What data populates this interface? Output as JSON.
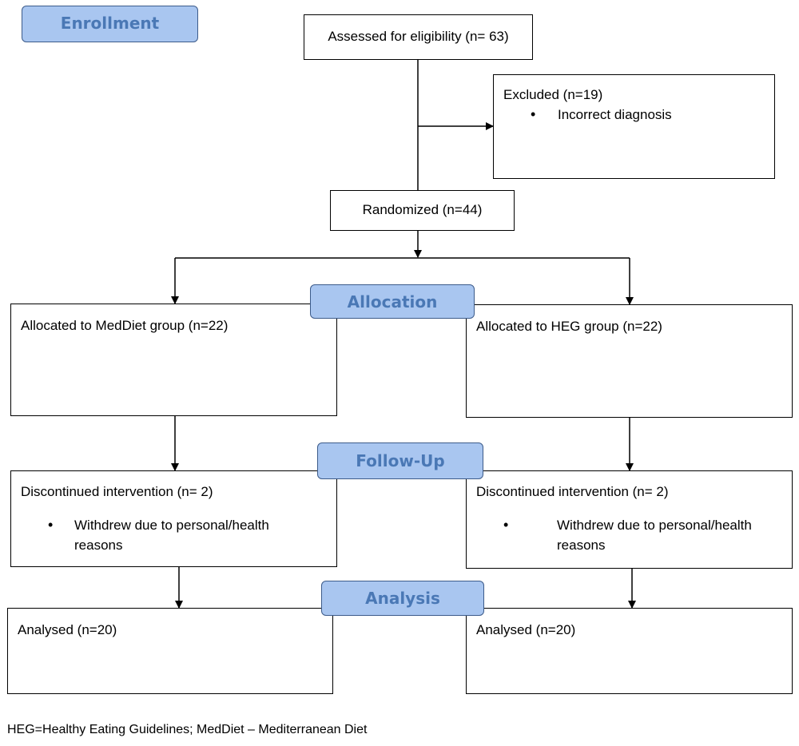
{
  "stages": {
    "enrollment": "Enrollment",
    "allocation": "Allocation",
    "followup": "Follow-Up",
    "analysis": "Analysis"
  },
  "assessed": "Assessed for eligibility (n= 63)",
  "excluded": {
    "title": "Excluded (n=19)",
    "items": [
      "Incorrect diagnosis"
    ]
  },
  "randomized": "Randomized (n=44)",
  "left": {
    "allocated": "Allocated to MedDiet group (n=22)",
    "discontinued": "Discontinued intervention (n= 2)",
    "discontinued_reason_1": "Withdrew due to personal/health",
    "discontinued_reason_2": "reasons",
    "analysed": "Analysed (n=20)"
  },
  "right": {
    "allocated": "Allocated to HEG group (n=22)",
    "discontinued": "Discontinued intervention (n= 2)",
    "discontinued_reason_1": "Withdrew due to personal/health",
    "discontinued_reason_2": "reasons",
    "analysed": "Analysed (n=20)"
  },
  "footnote": "HEG=Healthy Eating Guidelines; MedDiet – Mediterranean Diet"
}
